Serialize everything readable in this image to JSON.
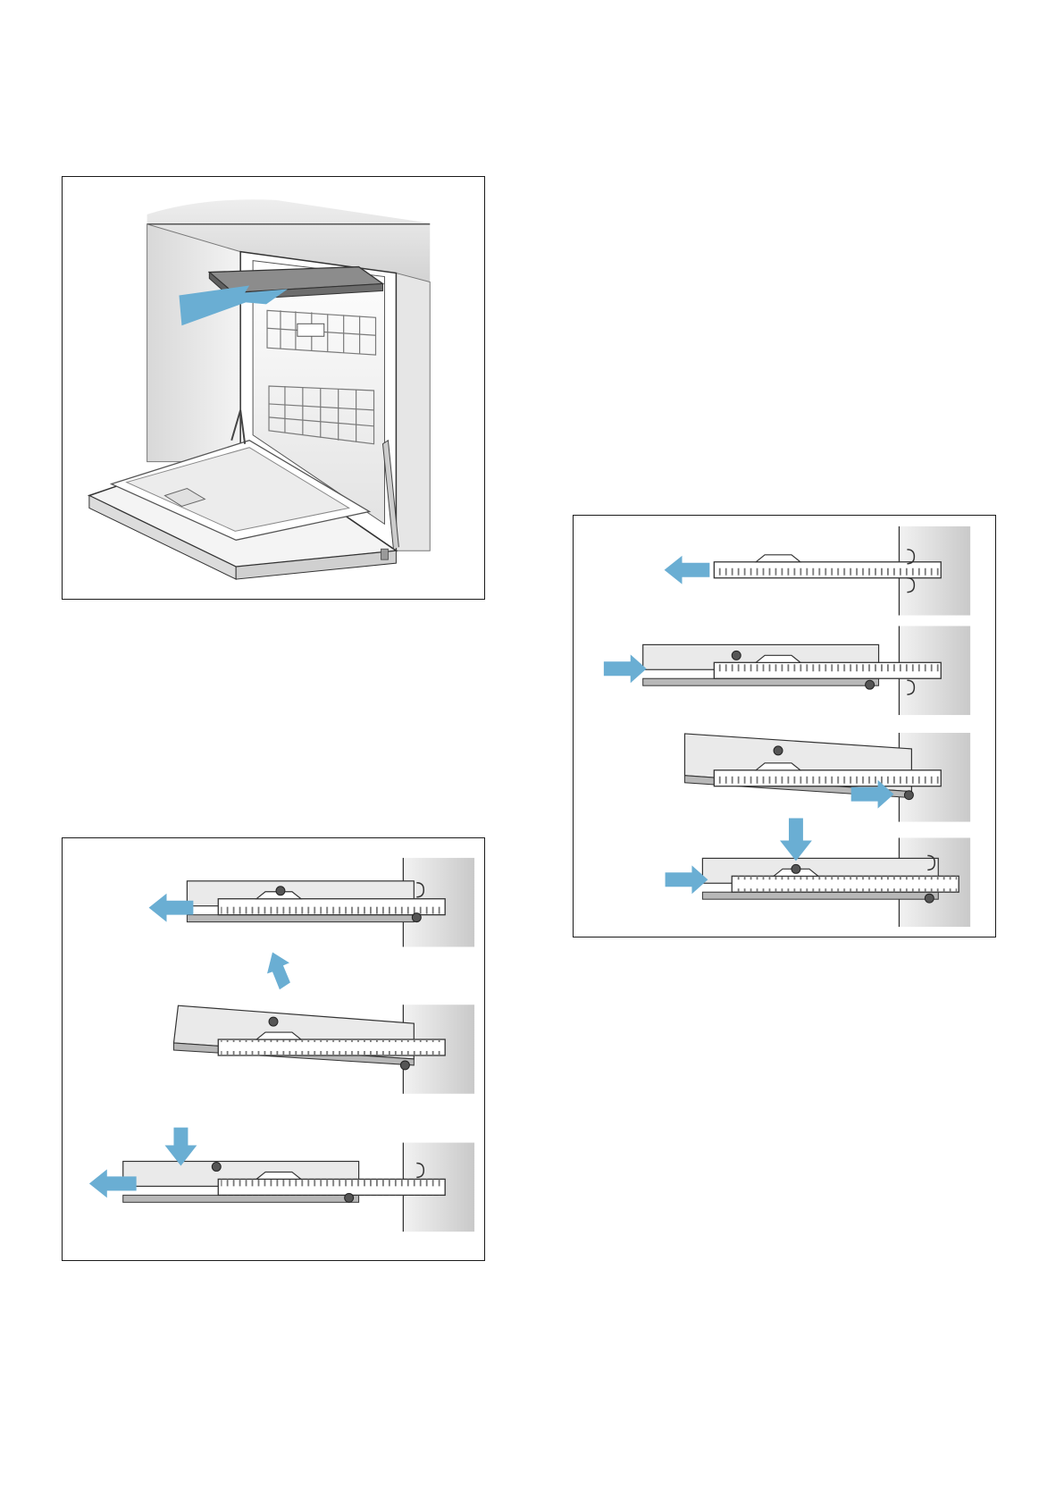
{
  "page": {
    "figures": [
      {
        "id": "dishwasher",
        "subject": "dishwasher-upper-basket-removal"
      },
      {
        "id": "rail-removal",
        "subject": "basket-rail-removal-steps",
        "steps": 3
      },
      {
        "id": "rail-install",
        "subject": "basket-rail-installation-steps",
        "steps": 4
      }
    ]
  },
  "colors": {
    "arrow": "#6aaed3",
    "wall_light": "#f2f2f2",
    "wall_dark": "#c9c9c9",
    "rail_fill": "#ffffff",
    "basket_light": "#e9e9e9",
    "basket_dark": "#b8b8b8",
    "line": "#1a1a1a"
  }
}
